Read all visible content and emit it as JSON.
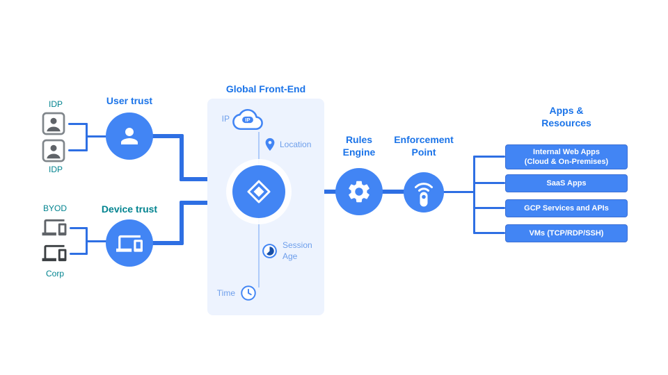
{
  "colors": {
    "accent_blue": "#4285f4",
    "heading_blue": "#1a73e8",
    "teal": "#00838f",
    "panel_bg": "#edf3fe",
    "line_blue": "#2e6fe3",
    "sector_navy": "#174ea6"
  },
  "left": {
    "idp_top": "IDP",
    "idp_bottom": "IDP",
    "user_trust": "User trust",
    "byod": "BYOD",
    "corp": "Corp",
    "device_trust": "Device trust"
  },
  "frontend": {
    "title": "Global Front-End",
    "ip_label": "IP",
    "ip_badge": "IP",
    "location": "Location",
    "session_age": "Session\nAge",
    "time": "Time"
  },
  "flow": {
    "rules_engine": "Rules\nEngine",
    "enforcement_point": "Enforcement\nPoint"
  },
  "apps": {
    "title": "Apps &\nResources",
    "items": [
      {
        "label": "Internal Web Apps\n(Cloud & On-Premises)"
      },
      {
        "label": "SaaS Apps"
      },
      {
        "label": "GCP Services and APIs"
      },
      {
        "label": "VMs (TCP/RDP/SSH)"
      }
    ]
  }
}
